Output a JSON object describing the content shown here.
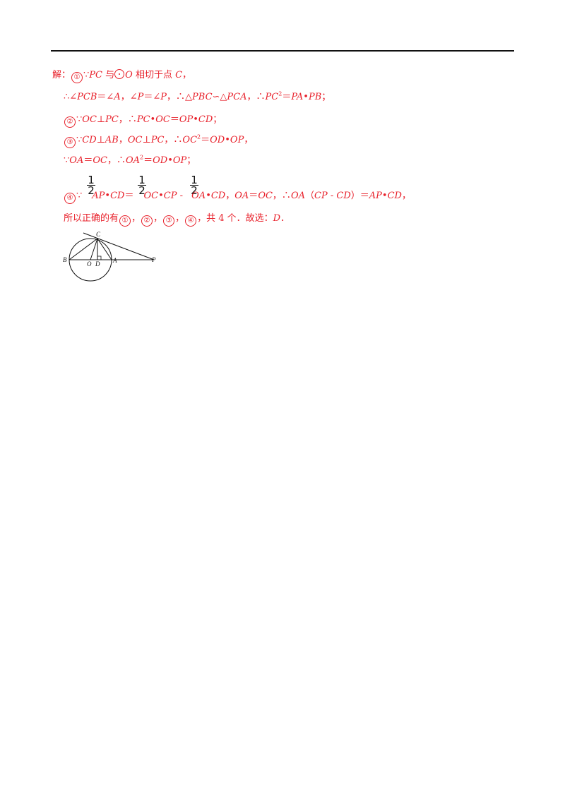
{
  "solution": {
    "line1": {
      "prefix": "解：",
      "n1": "①",
      "because": "∵",
      "pc": "PC",
      "yu": " 与",
      "o": "O",
      "rest": " 相切于点 ",
      "c": "C",
      "end": "，"
    },
    "line2": {
      "t1": "∴∠",
      "pcb": "PCB",
      "eq1": "＝∠",
      "a": "A",
      "t2": "，∠",
      "p": "P",
      "eq2": "＝∠",
      "p2": "P",
      "t3": "，∴△",
      "pbc": "PBC",
      "sim": "∽△",
      "pca": "PCA",
      "t4": "，∴",
      "pc": "PC",
      "sq": "2",
      "eq3": "＝",
      "pa": "PA",
      "dot": "•",
      "pb": "PB",
      "end": "；"
    },
    "line3": {
      "n2": "②",
      "because": "∵",
      "oc": "OC",
      "perp": "⊥",
      "pc": "PC",
      "t1": "，∴",
      "pc2": "PC",
      "dot1": "•",
      "oc2": "OC",
      "eq": "＝",
      "op": "OP",
      "dot2": "•",
      "cd": "CD",
      "end": "；"
    },
    "line4": {
      "n3": "③",
      "because": "∵",
      "cd": "CD",
      "perp1": "⊥",
      "ab": "AB",
      "comma": "，",
      "oc": "OC",
      "perp2": "⊥",
      "pc": "PC",
      "t1": "，∴",
      "oc2": "OC",
      "sq": "2",
      "eq": "＝",
      "od": "OD",
      "dot": "•",
      "op": "OP",
      "end": "，"
    },
    "line5": {
      "because": "∵",
      "oa": "OA",
      "eq1": "＝",
      "oc": "OC",
      "t1": "，∴",
      "oa2": "OA",
      "sq": "2",
      "eq2": "＝",
      "od": "OD",
      "dot": "•",
      "op": "OP",
      "end": "；"
    },
    "line6": {
      "n4": "④",
      "because": "∵",
      "frac_num": "1",
      "frac_den": "2",
      "ap": "AP",
      "dot1": "•",
      "cd1": "CD",
      "eq1": "＝",
      "oc": "OC",
      "dot2": "•",
      "cp": "CP",
      "minus": " - ",
      "oa": "OA",
      "dot3": "•",
      "cd2": "CD",
      "comma1": "，",
      "oa2": "OA",
      "eq2": "＝",
      "oc2": "OC",
      "t1": "，∴",
      "oa3": "OA",
      "paren": "（",
      "cp2": "CP",
      "minus2": " - ",
      "cd3": "CD",
      "paren2": "）",
      "eq3": "＝",
      "ap2": "AP",
      "dot4": "•",
      "cd4": "CD",
      "end": "，"
    },
    "line7": {
      "t1": "所以正确的有",
      "c1": "①",
      "s1": "，",
      "c2": "②",
      "s2": "，",
      "c3": "③",
      "s3": "，",
      "c4": "④",
      "t2": "，共 4 个．故选：",
      "d": "D",
      "end": "．"
    }
  },
  "figure": {
    "labels": {
      "C": "C",
      "B": "B",
      "O": "O",
      "D": "D",
      "A": "A",
      "P": "P"
    }
  },
  "colors": {
    "text": "#e8212b",
    "rule": "#111111"
  }
}
